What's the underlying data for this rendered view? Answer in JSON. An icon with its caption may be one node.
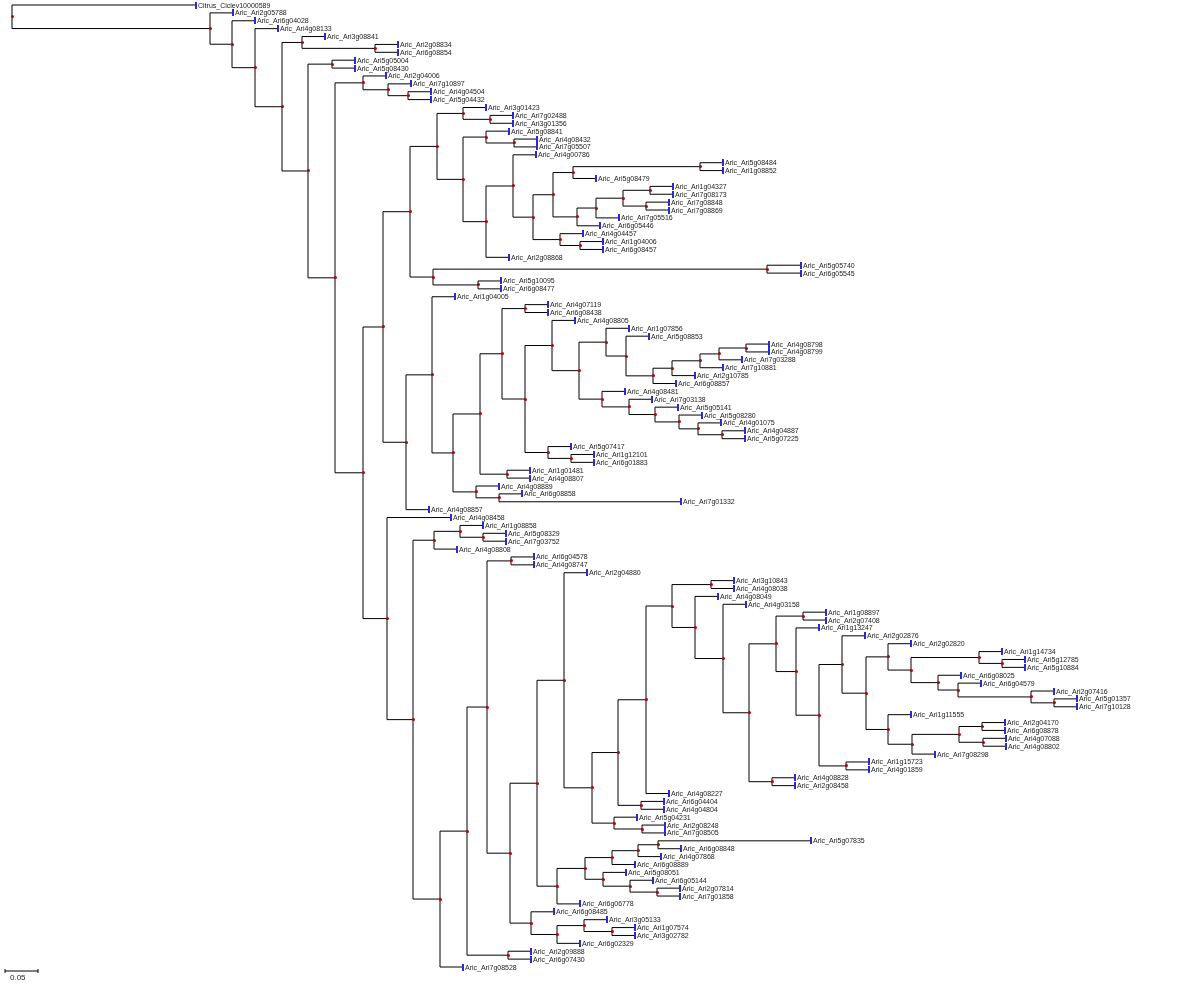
{
  "diagram": {
    "nodes": [
      {
        "text": [],
        "shape": "dot"
      },
      {
        "text": [
          "Citrus_Ciclev10000589"
        ]
      },
      {
        "text": [],
        "shape": "dot"
      },
      {
        "text": [
          "Aric_Ari2g05788"
        ]
      },
      {
        "text": [],
        "shape": "dot"
      },
      {
        "text": [
          "Aric_Ari6g04028"
        ]
      },
      {
        "text": [],
        "shape": "dot"
      },
      {
        "text": [
          "Aric_Ari4g08133"
        ]
      },
      {
        "text": [],
        "shape": "dot"
      },
      {
        "text": [],
        "shape": "dot"
      },
      {
        "text": [
          "Aric_Ari3g08841"
        ]
      },
      {
        "text": [],
        "shape": "dot"
      },
      {
        "text": [
          "Aric_Ari2g08834"
        ]
      },
      {
        "text": [
          "Aric_Ari6g08854"
        ]
      },
      {
        "text": [],
        "shape": "dot"
      },
      {
        "text": [],
        "shape": "dot"
      },
      {
        "text": [
          "Aric_Ari5g05004"
        ]
      },
      {
        "text": [
          "Aric_Ari5g08430"
        ]
      },
      {
        "text": [],
        "shape": "dot"
      },
      {
        "text": [],
        "shape": "dot"
      },
      {
        "text": [
          "Aric_Ari2g04006"
        ]
      },
      {
        "text": [],
        "shape": "dot"
      },
      {
        "text": [
          "Aric_Ari7g10897"
        ]
      },
      {
        "text": [],
        "shape": "dot"
      },
      {
        "text": [
          "Aric_Ari4g04504"
        ]
      },
      {
        "text": [
          "Aric_Ari5g04432"
        ]
      },
      {
        "text": [],
        "shape": "dot"
      },
      {
        "text": [],
        "shape": "dot"
      },
      {
        "text": [],
        "shape": "dot"
      },
      {
        "text": [],
        "shape": "dot"
      },
      {
        "text": [],
        "shape": "dot"
      },
      {
        "text": [
          "Aric_Ari3g01423"
        ]
      },
      {
        "text": [],
        "shape": "dot"
      },
      {
        "text": [
          "Aric_Ari7g02488"
        ]
      },
      {
        "text": [
          "Aric_Ari3g01356"
        ]
      },
      {
        "text": [],
        "shape": "dot"
      },
      {
        "text": [],
        "shape": "dot"
      },
      {
        "text": [
          "Aric_Ari5g08841"
        ]
      },
      {
        "text": [],
        "shape": "dot"
      },
      {
        "text": [
          "Aric_Ari4g08432"
        ]
      },
      {
        "text": [
          "Aric_Ari7g05507"
        ]
      },
      {
        "text": [],
        "shape": "dot"
      },
      {
        "text": [],
        "shape": "dot"
      },
      {
        "text": [
          "Aric_Ari4g00786"
        ]
      },
      {
        "text": [],
        "shape": "dot"
      },
      {
        "text": [],
        "shape": "dot"
      },
      {
        "text": [],
        "shape": "dot"
      },
      {
        "text": [],
        "shape": "dot"
      },
      {
        "text": [
          "Aric_Ari5g08484"
        ]
      },
      {
        "text": [
          "Aric_Ari1g08852"
        ]
      },
      {
        "text": [
          "Aric_Ari5g08479"
        ]
      },
      {
        "text": [],
        "shape": "dot"
      },
      {
        "text": [],
        "shape": "dot"
      },
      {
        "text": [],
        "shape": "dot"
      },
      {
        "text": [],
        "shape": "dot"
      },
      {
        "text": [
          "Aric_Ari1g04327"
        ]
      },
      {
        "text": [
          "Aric_Ari7g08173"
        ]
      },
      {
        "text": [],
        "shape": "dot"
      },
      {
        "text": [
          "Aric_Ari7g08848"
        ]
      },
      {
        "text": [
          "Aric_Ari7g08869"
        ]
      },
      {
        "text": [
          "Aric_Ari7g05516"
        ]
      },
      {
        "text": [
          "Aric_Ari6g05446"
        ]
      },
      {
        "text": [],
        "shape": "dot"
      },
      {
        "text": [
          "Aric_Ari4g04457"
        ]
      },
      {
        "text": [],
        "shape": "dot"
      },
      {
        "text": [
          "Aric_Ari1g04006"
        ]
      },
      {
        "text": [
          "Aric_Ari6g08457"
        ]
      },
      {
        "text": [
          "Aric_Ari2g08868"
        ]
      },
      {
        "text": [],
        "shape": "dot"
      },
      {
        "text": [],
        "shape": "dot"
      },
      {
        "text": [
          "Aric_Ari5g05740"
        ]
      },
      {
        "text": [
          "Aric_Ari6g05545"
        ]
      },
      {
        "text": [],
        "shape": "dot"
      },
      {
        "text": [
          "Aric_Ari5g10095"
        ]
      },
      {
        "text": [
          "Aric_Ari6g08477"
        ]
      },
      {
        "text": [],
        "shape": "dot"
      },
      {
        "text": [],
        "shape": "dot"
      },
      {
        "text": [
          "Aric_Ari1g04005"
        ]
      },
      {
        "text": [],
        "shape": "dot"
      },
      {
        "text": [],
        "shape": "dot"
      },
      {
        "text": [],
        "shape": "dot"
      },
      {
        "text": [],
        "shape": "dot"
      },
      {
        "text": [
          "Aric_Ari4g07119"
        ]
      },
      {
        "text": [
          "Aric_Ari6g08438"
        ]
      },
      {
        "text": [],
        "shape": "dot"
      },
      {
        "text": [],
        "shape": "dot"
      },
      {
        "text": [
          "Aric_Ari4g08805"
        ]
      },
      {
        "text": [],
        "shape": "dot"
      },
      {
        "text": [],
        "shape": "dot"
      },
      {
        "text": [
          "Aric_Ari1g07856"
        ]
      },
      {
        "text": [],
        "shape": "dot"
      },
      {
        "text": [
          "Aric_Ari5g08853"
        ]
      },
      {
        "text": [],
        "shape": "dot"
      },
      {
        "text": [],
        "shape": "dot"
      },
      {
        "text": [],
        "shape": "dot"
      },
      {
        "text": [],
        "shape": "dot"
      },
      {
        "text": [],
        "shape": "dot"
      },
      {
        "text": [
          "Aric_Ari4g08798"
        ]
      },
      {
        "text": [
          "Aric_Ari4g08799"
        ]
      },
      {
        "text": [
          "Aric_Ari7g03288"
        ]
      },
      {
        "text": [
          "Aric_Ari7g10881"
        ]
      },
      {
        "text": [
          "Aric_Ari2g10785"
        ]
      },
      {
        "text": [
          "Aric_Ari6g08857"
        ]
      },
      {
        "text": [],
        "shape": "dot"
      },
      {
        "text": [
          "Aric_Ari4g08481"
        ]
      },
      {
        "text": [],
        "shape": "dot"
      },
      {
        "text": [
          "Aric_Ari7g03138"
        ]
      },
      {
        "text": [],
        "shape": "dot"
      },
      {
        "text": [
          "Aric_Ari5g05141"
        ]
      },
      {
        "text": [],
        "shape": "dot"
      },
      {
        "text": [
          "Aric_Ari5g08280"
        ]
      },
      {
        "text": [],
        "shape": "dot"
      },
      {
        "text": [
          "Aric_Ari4g01075"
        ]
      },
      {
        "text": [],
        "shape": "dot"
      },
      {
        "text": [
          "Aric_Ari4g04887"
        ]
      },
      {
        "text": [
          "Aric_Ari5g07225"
        ]
      },
      {
        "text": [],
        "shape": "dot"
      },
      {
        "text": [
          "Aric_Ari5g07417"
        ]
      },
      {
        "text": [],
        "shape": "dot"
      },
      {
        "text": [
          "Aric_Ari1g12101"
        ]
      },
      {
        "text": [
          "Aric_Ari6g01883"
        ]
      },
      {
        "text": [],
        "shape": "dot"
      },
      {
        "text": [
          "Aric_Ari1g01481"
        ]
      },
      {
        "text": [
          "Aric_Ari4g08807"
        ]
      },
      {
        "text": [],
        "shape": "dot"
      },
      {
        "text": [
          "Aric_Ari4g08889"
        ]
      },
      {
        "text": [],
        "shape": "dot"
      },
      {
        "text": [
          "Aric_Ari6g08858"
        ]
      },
      {
        "text": [
          "Aric_Ari7g01332"
        ]
      },
      {
        "text": [
          "Aric_Ari4g08857"
        ]
      },
      {
        "text": [],
        "shape": "dot"
      },
      {
        "text": [
          "Aric_Ari4g08458"
        ]
      },
      {
        "text": [],
        "shape": "dot"
      },
      {
        "text": [],
        "shape": "dot"
      },
      {
        "text": [],
        "shape": "dot"
      },
      {
        "text": [
          "Aric_Ari1g08858"
        ]
      },
      {
        "text": [],
        "shape": "dot"
      },
      {
        "text": [
          "Aric_Ari5g08329"
        ]
      },
      {
        "text": [
          "Aric_Ari7g03752"
        ]
      },
      {
        "text": [
          "Aric_Ari4g08808"
        ]
      },
      {
        "text": [],
        "shape": "dot"
      },
      {
        "text": [],
        "shape": "dot"
      },
      {
        "text": [],
        "shape": "dot"
      },
      {
        "text": [],
        "shape": "dot"
      },
      {
        "text": [
          "Aric_Ari6g04578"
        ]
      },
      {
        "text": [
          "Aric_Ari4g08747"
        ]
      },
      {
        "text": [],
        "shape": "dot"
      },
      {
        "text": [],
        "shape": "dot"
      },
      {
        "text": [],
        "shape": "dot"
      },
      {
        "text": [
          "Aric_Ari2g04880"
        ]
      },
      {
        "text": [],
        "shape": "dot"
      },
      {
        "text": [],
        "shape": "dot"
      },
      {
        "text": [],
        "shape": "dot"
      },
      {
        "text": [],
        "shape": "dot"
      },
      {
        "text": [],
        "shape": "dot"
      },
      {
        "text": [
          "Aric_Ari3g10843"
        ]
      },
      {
        "text": [
          "Aric_Ari4g08038"
        ]
      },
      {
        "text": [],
        "shape": "dot"
      },
      {
        "text": [
          "Aric_Ari4g08049"
        ]
      },
      {
        "text": [],
        "shape": "dot"
      },
      {
        "text": [
          "Aric_Ari4g03158"
        ]
      },
      {
        "text": [],
        "shape": "dot"
      },
      {
        "text": [],
        "shape": "dot"
      },
      {
        "text": [],
        "shape": "dot"
      },
      {
        "text": [
          "Aric_Ari1g08897"
        ]
      },
      {
        "text": [
          "Aric_Ari2g07408"
        ]
      },
      {
        "text": [],
        "shape": "dot"
      },
      {
        "text": [
          "Aric_Ari1g13247"
        ]
      },
      {
        "text": [],
        "shape": "dot"
      },
      {
        "text": [],
        "shape": "dot"
      },
      {
        "text": [
          "Aric_Ari2g02876"
        ]
      },
      {
        "text": [],
        "shape": "dot"
      },
      {
        "text": [],
        "shape": "dot"
      },
      {
        "text": [
          "Aric_Ari2g02820"
        ]
      },
      {
        "text": [],
        "shape": "dot"
      },
      {
        "text": [],
        "shape": "dot"
      },
      {
        "text": [
          "Aric_Ari1g14734"
        ]
      },
      {
        "text": [],
        "shape": "dot"
      },
      {
        "text": [
          "Aric_Ari5g12785"
        ]
      },
      {
        "text": [
          "Aric_Ari5g10884"
        ]
      },
      {
        "text": [],
        "shape": "dot"
      },
      {
        "text": [
          "Aric_Ari6g08025"
        ]
      },
      {
        "text": [],
        "shape": "dot"
      },
      {
        "text": [
          "Aric_Ari6g04579"
        ]
      },
      {
        "text": [],
        "shape": "dot"
      },
      {
        "text": [
          "Aric_Ari2g07416"
        ]
      },
      {
        "text": [],
        "shape": "dot"
      },
      {
        "text": [
          "Aric_Ari5g01357"
        ]
      },
      {
        "text": [
          "Aric_Ari7g10128"
        ]
      },
      {
        "text": [],
        "shape": "dot"
      },
      {
        "text": [
          "Aric_Ari1g11555"
        ]
      },
      {
        "text": [],
        "shape": "dot"
      },
      {
        "text": [],
        "shape": "dot"
      },
      {
        "text": [],
        "shape": "dot"
      },
      {
        "text": [
          "Aric_Ari2g04170"
        ]
      },
      {
        "text": [
          "Aric_Ari6g08878"
        ]
      },
      {
        "text": [],
        "shape": "dot"
      },
      {
        "text": [
          "Aric_Ari4g07088"
        ]
      },
      {
        "text": [
          "Aric_Ari4g08802"
        ]
      },
      {
        "text": [
          "Aric_Ari7g08298"
        ]
      },
      {
        "text": [],
        "shape": "dot"
      },
      {
        "text": [
          "Aric_Ari1g15723"
        ]
      },
      {
        "text": [
          "Aric_Ari4g01859"
        ]
      },
      {
        "text": [],
        "shape": "dot"
      },
      {
        "text": [
          "Aric_Ari4g08828"
        ]
      },
      {
        "text": [
          "Aric_Ari2g08458"
        ]
      },
      {
        "text": [
          "Aric_Ari4g08227"
        ]
      },
      {
        "text": [],
        "shape": "dot"
      },
      {
        "text": [
          "Aric_Ari6g04404"
        ]
      },
      {
        "text": [
          "Aric_Ari4g04804"
        ]
      },
      {
        "text": [],
        "shape": "dot"
      },
      {
        "text": [
          "Aric_Ari5g04231"
        ]
      },
      {
        "text": [],
        "shape": "dot"
      },
      {
        "text": [
          "Aric_Ari2g08248"
        ]
      },
      {
        "text": [
          "Aric_Ari7g08505"
        ]
      },
      {
        "text": [],
        "shape": "dot"
      },
      {
        "text": [],
        "shape": "dot"
      },
      {
        "text": [],
        "shape": "dot"
      },
      {
        "text": [],
        "shape": "dot"
      },
      {
        "text": [],
        "shape": "dot"
      },
      {
        "text": [
          "Aric_Ari5g07835"
        ]
      },
      {
        "text": [
          "Aric_Ari6g08848"
        ]
      },
      {
        "text": [
          "Aric_Ari4g07868"
        ]
      },
      {
        "text": [
          "Aric_Ari6g08889"
        ]
      },
      {
        "text": [],
        "shape": "dot"
      },
      {
        "text": [
          "Aric_Ari5g08051"
        ]
      },
      {
        "text": [],
        "shape": "dot"
      },
      {
        "text": [
          "Aric_Ari6g05144"
        ]
      },
      {
        "text": [],
        "shape": "dot"
      },
      {
        "text": [
          "Aric_Ari2g07814"
        ]
      },
      {
        "text": [
          "Aric_Ari7g01858"
        ]
      },
      {
        "text": [
          "Aric_Ari6g06778"
        ]
      },
      {
        "text": [],
        "shape": "dot"
      },
      {
        "text": [
          "Aric_Ari6g08485"
        ]
      },
      {
        "text": [],
        "shape": "dot"
      },
      {
        "text": [],
        "shape": "dot"
      },
      {
        "text": [
          "Aric_Ari3g05133"
        ]
      },
      {
        "text": [],
        "shape": "dot"
      },
      {
        "text": [
          "Aric_Ari1g07574"
        ]
      },
      {
        "text": [
          "Aric_Ari3g02782"
        ]
      },
      {
        "text": [
          "Aric_Ari6g02329"
        ]
      },
      {
        "text": [],
        "shape": "dot"
      },
      {
        "text": [
          "Aric_Ari2g09888"
        ]
      },
      {
        "text": [
          "Aric_Ari6g07430"
        ]
      },
      {
        "text": [
          "Aric_Ari7g08528"
        ]
      }
    ],
    "edges": [
      {
        "from": 0,
        "to": 1,
        "arrow": "none"
      },
      {
        "from": 0,
        "to": 2,
        "arrow": "none"
      },
      {
        "from": 2,
        "to": 3,
        "arrow": "none"
      },
      {
        "from": 2,
        "to": 4,
        "arrow": "none"
      },
      {
        "from": 4,
        "to": 5,
        "arrow": "none"
      },
      {
        "from": 4,
        "to": 6,
        "arrow": "none"
      },
      {
        "from": 6,
        "to": 7,
        "arrow": "none"
      },
      {
        "from": 6,
        "to": 8,
        "arrow": "none"
      },
      {
        "from": 8,
        "to": 9,
        "arrow": "none"
      },
      {
        "from": 9,
        "to": 10,
        "arrow": "none"
      },
      {
        "from": 9,
        "to": 11,
        "arrow": "none"
      },
      {
        "from": 11,
        "to": 12,
        "arrow": "none"
      },
      {
        "from": 11,
        "to": 13,
        "arrow": "none"
      },
      {
        "from": 8,
        "to": 14,
        "arrow": "none"
      },
      {
        "from": 14,
        "to": 15,
        "arrow": "none"
      },
      {
        "from": 15,
        "to": 16,
        "arrow": "none"
      },
      {
        "from": 15,
        "to": 17,
        "arrow": "none"
      },
      {
        "from": 14,
        "to": 18,
        "arrow": "none"
      },
      {
        "from": 18,
        "to": 19,
        "arrow": "none"
      },
      {
        "from": 19,
        "to": 20,
        "arrow": "none"
      },
      {
        "from": 19,
        "to": 21,
        "arrow": "none"
      },
      {
        "from": 21,
        "to": 22,
        "arrow": "none"
      },
      {
        "from": 21,
        "to": 23,
        "arrow": "none"
      },
      {
        "from": 23,
        "to": 24,
        "arrow": "none"
      },
      {
        "from": 23,
        "to": 25,
        "arrow": "none"
      },
      {
        "from": 18,
        "to": 26,
        "arrow": "none"
      },
      {
        "from": 26,
        "to": 27,
        "arrow": "none"
      },
      {
        "from": 27,
        "to": 28,
        "arrow": "none"
      },
      {
        "from": 28,
        "to": 29,
        "arrow": "none"
      },
      {
        "from": 29,
        "to": 30,
        "arrow": "none"
      },
      {
        "from": 30,
        "to": 31,
        "arrow": "none"
      },
      {
        "from": 30,
        "to": 32,
        "arrow": "none"
      },
      {
        "from": 32,
        "to": 33,
        "arrow": "none"
      },
      {
        "from": 32,
        "to": 34,
        "arrow": "none"
      },
      {
        "from": 29,
        "to": 35,
        "arrow": "none"
      },
      {
        "from": 35,
        "to": 36,
        "arrow": "none"
      },
      {
        "from": 36,
        "to": 37,
        "arrow": "none"
      },
      {
        "from": 36,
        "to": 38,
        "arrow": "none"
      },
      {
        "from": 38,
        "to": 39,
        "arrow": "none"
      },
      {
        "from": 38,
        "to": 40,
        "arrow": "none"
      },
      {
        "from": 35,
        "to": 41,
        "arrow": "none"
      },
      {
        "from": 41,
        "to": 42,
        "arrow": "none"
      },
      {
        "from": 42,
        "to": 43,
        "arrow": "none"
      },
      {
        "from": 42,
        "to": 44,
        "arrow": "none"
      },
      {
        "from": 44,
        "to": 45,
        "arrow": "none"
      },
      {
        "from": 45,
        "to": 46,
        "arrow": "none"
      },
      {
        "from": 46,
        "to": 47,
        "arrow": "none"
      },
      {
        "from": 47,
        "to": 48,
        "arrow": "none"
      },
      {
        "from": 47,
        "to": 49,
        "arrow": "none"
      },
      {
        "from": 46,
        "to": 50,
        "arrow": "none"
      },
      {
        "from": 45,
        "to": 51,
        "arrow": "none"
      },
      {
        "from": 51,
        "to": 52,
        "arrow": "none"
      },
      {
        "from": 52,
        "to": 53,
        "arrow": "none"
      },
      {
        "from": 53,
        "to": 54,
        "arrow": "none"
      },
      {
        "from": 54,
        "to": 55,
        "arrow": "none"
      },
      {
        "from": 54,
        "to": 56,
        "arrow": "none"
      },
      {
        "from": 53,
        "to": 57,
        "arrow": "none"
      },
      {
        "from": 57,
        "to": 58,
        "arrow": "none"
      },
      {
        "from": 57,
        "to": 59,
        "arrow": "none"
      },
      {
        "from": 52,
        "to": 60,
        "arrow": "none"
      },
      {
        "from": 51,
        "to": 61,
        "arrow": "none"
      },
      {
        "from": 44,
        "to": 62,
        "arrow": "none"
      },
      {
        "from": 62,
        "to": 63,
        "arrow": "none"
      },
      {
        "from": 62,
        "to": 64,
        "arrow": "none"
      },
      {
        "from": 64,
        "to": 65,
        "arrow": "none"
      },
      {
        "from": 64,
        "to": 66,
        "arrow": "none"
      },
      {
        "from": 41,
        "to": 67,
        "arrow": "none"
      },
      {
        "from": 28,
        "to": 68,
        "arrow": "none"
      },
      {
        "from": 68,
        "to": 69,
        "arrow": "none"
      },
      {
        "from": 69,
        "to": 70,
        "arrow": "none"
      },
      {
        "from": 69,
        "to": 71,
        "arrow": "none"
      },
      {
        "from": 68,
        "to": 72,
        "arrow": "none"
      },
      {
        "from": 72,
        "to": 73,
        "arrow": "none"
      },
      {
        "from": 72,
        "to": 74,
        "arrow": "none"
      },
      {
        "from": 27,
        "to": 75,
        "arrow": "none"
      },
      {
        "from": 75,
        "to": 76,
        "arrow": "none"
      },
      {
        "from": 76,
        "to": 77,
        "arrow": "none"
      },
      {
        "from": 76,
        "to": 78,
        "arrow": "none"
      },
      {
        "from": 78,
        "to": 79,
        "arrow": "none"
      },
      {
        "from": 79,
        "to": 80,
        "arrow": "none"
      },
      {
        "from": 80,
        "to": 81,
        "arrow": "none"
      },
      {
        "from": 81,
        "to": 82,
        "arrow": "none"
      },
      {
        "from": 81,
        "to": 83,
        "arrow": "none"
      },
      {
        "from": 80,
        "to": 84,
        "arrow": "none"
      },
      {
        "from": 84,
        "to": 85,
        "arrow": "none"
      },
      {
        "from": 85,
        "to": 86,
        "arrow": "none"
      },
      {
        "from": 85,
        "to": 87,
        "arrow": "none"
      },
      {
        "from": 87,
        "to": 88,
        "arrow": "none"
      },
      {
        "from": 88,
        "to": 89,
        "arrow": "none"
      },
      {
        "from": 88,
        "to": 90,
        "arrow": "none"
      },
      {
        "from": 90,
        "to": 91,
        "arrow": "none"
      },
      {
        "from": 90,
        "to": 92,
        "arrow": "none"
      },
      {
        "from": 92,
        "to": 93,
        "arrow": "none"
      },
      {
        "from": 93,
        "to": 94,
        "arrow": "none"
      },
      {
        "from": 94,
        "to": 95,
        "arrow": "none"
      },
      {
        "from": 95,
        "to": 96,
        "arrow": "none"
      },
      {
        "from": 96,
        "to": 97,
        "arrow": "none"
      },
      {
        "from": 96,
        "to": 98,
        "arrow": "none"
      },
      {
        "from": 95,
        "to": 99,
        "arrow": "none"
      },
      {
        "from": 94,
        "to": 100,
        "arrow": "none"
      },
      {
        "from": 93,
        "to": 101,
        "arrow": "none"
      },
      {
        "from": 92,
        "to": 102,
        "arrow": "none"
      },
      {
        "from": 87,
        "to": 103,
        "arrow": "none"
      },
      {
        "from": 103,
        "to": 104,
        "arrow": "none"
      },
      {
        "from": 103,
        "to": 105,
        "arrow": "none"
      },
      {
        "from": 105,
        "to": 106,
        "arrow": "none"
      },
      {
        "from": 105,
        "to": 107,
        "arrow": "none"
      },
      {
        "from": 107,
        "to": 108,
        "arrow": "none"
      },
      {
        "from": 107,
        "to": 109,
        "arrow": "none"
      },
      {
        "from": 109,
        "to": 110,
        "arrow": "none"
      },
      {
        "from": 109,
        "to": 111,
        "arrow": "none"
      },
      {
        "from": 111,
        "to": 112,
        "arrow": "none"
      },
      {
        "from": 111,
        "to": 113,
        "arrow": "none"
      },
      {
        "from": 113,
        "to": 114,
        "arrow": "none"
      },
      {
        "from": 113,
        "to": 115,
        "arrow": "none"
      },
      {
        "from": 84,
        "to": 116,
        "arrow": "none"
      },
      {
        "from": 116,
        "to": 117,
        "arrow": "none"
      },
      {
        "from": 116,
        "to": 118,
        "arrow": "none"
      },
      {
        "from": 118,
        "to": 119,
        "arrow": "none"
      },
      {
        "from": 118,
        "to": 120,
        "arrow": "none"
      },
      {
        "from": 79,
        "to": 121,
        "arrow": "none"
      },
      {
        "from": 121,
        "to": 122,
        "arrow": "none"
      },
      {
        "from": 121,
        "to": 123,
        "arrow": "none"
      },
      {
        "from": 78,
        "to": 124,
        "arrow": "none"
      },
      {
        "from": 124,
        "to": 125,
        "arrow": "none"
      },
      {
        "from": 124,
        "to": 126,
        "arrow": "none"
      },
      {
        "from": 126,
        "to": 127,
        "arrow": "none"
      },
      {
        "from": 126,
        "to": 128,
        "arrow": "none"
      },
      {
        "from": 75,
        "to": 129,
        "arrow": "none"
      },
      {
        "from": 26,
        "to": 130,
        "arrow": "none"
      },
      {
        "from": 130,
        "to": 131,
        "arrow": "none"
      },
      {
        "from": 130,
        "to": 132,
        "arrow": "none"
      },
      {
        "from": 132,
        "to": 133,
        "arrow": "none"
      },
      {
        "from": 133,
        "to": 134,
        "arrow": "none"
      },
      {
        "from": 134,
        "to": 135,
        "arrow": "none"
      },
      {
        "from": 134,
        "to": 136,
        "arrow": "none"
      },
      {
        "from": 136,
        "to": 137,
        "arrow": "none"
      },
      {
        "from": 136,
        "to": 138,
        "arrow": "none"
      },
      {
        "from": 133,
        "to": 139,
        "arrow": "none"
      },
      {
        "from": 132,
        "to": 140,
        "arrow": "none"
      },
      {
        "from": 140,
        "to": 141,
        "arrow": "none"
      },
      {
        "from": 141,
        "to": 142,
        "arrow": "none"
      },
      {
        "from": 142,
        "to": 143,
        "arrow": "none"
      },
      {
        "from": 143,
        "to": 144,
        "arrow": "none"
      },
      {
        "from": 143,
        "to": 145,
        "arrow": "none"
      },
      {
        "from": 142,
        "to": 146,
        "arrow": "none"
      },
      {
        "from": 146,
        "to": 147,
        "arrow": "none"
      },
      {
        "from": 147,
        "to": 148,
        "arrow": "none"
      },
      {
        "from": 148,
        "to": 149,
        "arrow": "none"
      },
      {
        "from": 148,
        "to": 150,
        "arrow": "none"
      },
      {
        "from": 150,
        "to": 151,
        "arrow": "none"
      },
      {
        "from": 151,
        "to": 152,
        "arrow": "none"
      },
      {
        "from": 152,
        "to": 153,
        "arrow": "none"
      },
      {
        "from": 153,
        "to": 154,
        "arrow": "none"
      },
      {
        "from": 154,
        "to": 155,
        "arrow": "none"
      },
      {
        "from": 154,
        "to": 156,
        "arrow": "none"
      },
      {
        "from": 153,
        "to": 157,
        "arrow": "none"
      },
      {
        "from": 157,
        "to": 158,
        "arrow": "none"
      },
      {
        "from": 157,
        "to": 159,
        "arrow": "none"
      },
      {
        "from": 159,
        "to": 160,
        "arrow": "none"
      },
      {
        "from": 159,
        "to": 161,
        "arrow": "none"
      },
      {
        "from": 161,
        "to": 162,
        "arrow": "none"
      },
      {
        "from": 162,
        "to": 163,
        "arrow": "none"
      },
      {
        "from": 163,
        "to": 164,
        "arrow": "none"
      },
      {
        "from": 163,
        "to": 165,
        "arrow": "none"
      },
      {
        "from": 162,
        "to": 166,
        "arrow": "none"
      },
      {
        "from": 166,
        "to": 167,
        "arrow": "none"
      },
      {
        "from": 166,
        "to": 168,
        "arrow": "none"
      },
      {
        "from": 168,
        "to": 169,
        "arrow": "none"
      },
      {
        "from": 169,
        "to": 170,
        "arrow": "none"
      },
      {
        "from": 169,
        "to": 171,
        "arrow": "none"
      },
      {
        "from": 171,
        "to": 172,
        "arrow": "none"
      },
      {
        "from": 172,
        "to": 173,
        "arrow": "none"
      },
      {
        "from": 172,
        "to": 174,
        "arrow": "none"
      },
      {
        "from": 174,
        "to": 175,
        "arrow": "none"
      },
      {
        "from": 175,
        "to": 176,
        "arrow": "none"
      },
      {
        "from": 175,
        "to": 177,
        "arrow": "none"
      },
      {
        "from": 177,
        "to": 178,
        "arrow": "none"
      },
      {
        "from": 177,
        "to": 179,
        "arrow": "none"
      },
      {
        "from": 174,
        "to": 180,
        "arrow": "none"
      },
      {
        "from": 180,
        "to": 181,
        "arrow": "none"
      },
      {
        "from": 180,
        "to": 182,
        "arrow": "none"
      },
      {
        "from": 182,
        "to": 183,
        "arrow": "none"
      },
      {
        "from": 182,
        "to": 184,
        "arrow": "none"
      },
      {
        "from": 184,
        "to": 185,
        "arrow": "none"
      },
      {
        "from": 184,
        "to": 186,
        "arrow": "none"
      },
      {
        "from": 186,
        "to": 187,
        "arrow": "none"
      },
      {
        "from": 186,
        "to": 188,
        "arrow": "none"
      },
      {
        "from": 171,
        "to": 189,
        "arrow": "none"
      },
      {
        "from": 189,
        "to": 190,
        "arrow": "none"
      },
      {
        "from": 189,
        "to": 191,
        "arrow": "none"
      },
      {
        "from": 191,
        "to": 192,
        "arrow": "none"
      },
      {
        "from": 192,
        "to": 193,
        "arrow": "none"
      },
      {
        "from": 193,
        "to": 194,
        "arrow": "none"
      },
      {
        "from": 193,
        "to": 195,
        "arrow": "none"
      },
      {
        "from": 192,
        "to": 196,
        "arrow": "none"
      },
      {
        "from": 196,
        "to": 197,
        "arrow": "none"
      },
      {
        "from": 196,
        "to": 198,
        "arrow": "none"
      },
      {
        "from": 191,
        "to": 199,
        "arrow": "none"
      },
      {
        "from": 168,
        "to": 200,
        "arrow": "none"
      },
      {
        "from": 200,
        "to": 201,
        "arrow": "none"
      },
      {
        "from": 200,
        "to": 202,
        "arrow": "none"
      },
      {
        "from": 161,
        "to": 203,
        "arrow": "none"
      },
      {
        "from": 203,
        "to": 204,
        "arrow": "none"
      },
      {
        "from": 203,
        "to": 205,
        "arrow": "none"
      },
      {
        "from": 152,
        "to": 206,
        "arrow": "none"
      },
      {
        "from": 151,
        "to": 207,
        "arrow": "none"
      },
      {
        "from": 207,
        "to": 208,
        "arrow": "none"
      },
      {
        "from": 207,
        "to": 209,
        "arrow": "none"
      },
      {
        "from": 150,
        "to": 210,
        "arrow": "none"
      },
      {
        "from": 210,
        "to": 211,
        "arrow": "none"
      },
      {
        "from": 210,
        "to": 212,
        "arrow": "none"
      },
      {
        "from": 212,
        "to": 213,
        "arrow": "none"
      },
      {
        "from": 212,
        "to": 214,
        "arrow": "none"
      },
      {
        "from": 147,
        "to": 215,
        "arrow": "none"
      },
      {
        "from": 215,
        "to": 216,
        "arrow": "none"
      },
      {
        "from": 216,
        "to": 217,
        "arrow": "none"
      },
      {
        "from": 217,
        "to": 218,
        "arrow": "none"
      },
      {
        "from": 218,
        "to": 219,
        "arrow": "none"
      },
      {
        "from": 219,
        "to": 220,
        "arrow": "none"
      },
      {
        "from": 219,
        "to": 221,
        "arrow": "none"
      },
      {
        "from": 218,
        "to": 222,
        "arrow": "none"
      },
      {
        "from": 217,
        "to": 223,
        "arrow": "none"
      },
      {
        "from": 216,
        "to": 224,
        "arrow": "none"
      },
      {
        "from": 224,
        "to": 225,
        "arrow": "none"
      },
      {
        "from": 224,
        "to": 226,
        "arrow": "none"
      },
      {
        "from": 226,
        "to": 227,
        "arrow": "none"
      },
      {
        "from": 226,
        "to": 228,
        "arrow": "none"
      },
      {
        "from": 228,
        "to": 229,
        "arrow": "none"
      },
      {
        "from": 228,
        "to": 230,
        "arrow": "none"
      },
      {
        "from": 215,
        "to": 231,
        "arrow": "none"
      },
      {
        "from": 146,
        "to": 232,
        "arrow": "none"
      },
      {
        "from": 232,
        "to": 233,
        "arrow": "none"
      },
      {
        "from": 232,
        "to": 234,
        "arrow": "none"
      },
      {
        "from": 234,
        "to": 235,
        "arrow": "none"
      },
      {
        "from": 235,
        "to": 236,
        "arrow": "none"
      },
      {
        "from": 235,
        "to": 237,
        "arrow": "none"
      },
      {
        "from": 237,
        "to": 238,
        "arrow": "none"
      },
      {
        "from": 237,
        "to": 239,
        "arrow": "none"
      },
      {
        "from": 234,
        "to": 240,
        "arrow": "none"
      },
      {
        "from": 141,
        "to": 241,
        "arrow": "none"
      },
      {
        "from": 241,
        "to": 242,
        "arrow": "none"
      },
      {
        "from": 241,
        "to": 243,
        "arrow": "none"
      },
      {
        "from": 140,
        "to": 244,
        "arrow": "none"
      }
    ],
    "labels": [
      "0.05"
    ]
  }
}
